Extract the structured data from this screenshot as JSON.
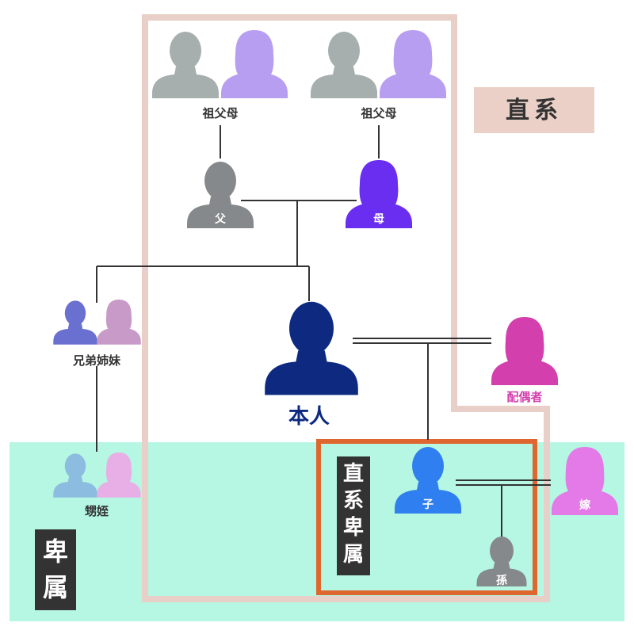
{
  "labels": {
    "grandparents_left": "祖父母",
    "grandparents_right": "祖父母",
    "father": "父",
    "mother": "母",
    "siblings": "兄弟姉妹",
    "self": "本人",
    "spouse": "配偶者",
    "nephews": "甥姪",
    "child": "子",
    "child_spouse": "嫁",
    "grandchild": "孫"
  },
  "tags": {
    "direct_line": "直系",
    "direct_descendants": [
      "直",
      "系",
      "卑",
      "属"
    ],
    "descendants": [
      "卑",
      "属"
    ]
  },
  "colors": {
    "gray": "#a6aeae",
    "lavender": "#b89ef0",
    "dark_gray": "#86898b",
    "purple": "#6a2ef0",
    "slate_blue": "#6a70cf",
    "mauve": "#c89ac8",
    "navy": "#0d2a80",
    "magenta": "#d43fae",
    "light_blue": "#8cbce0",
    "pink": "#e8aee6",
    "blue": "#2f7ff0",
    "orchid": "#e47ae8",
    "direct_frame": "#e8cfc7",
    "direct_tag": "#ead0c6",
    "descendant_band": "#b5f7e2",
    "descendant_frame": "#e0662f",
    "dark_tag": "#333333",
    "line": "#333333"
  }
}
